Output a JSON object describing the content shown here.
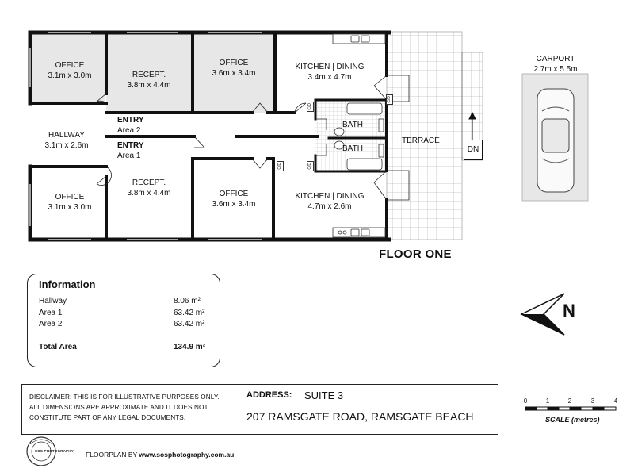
{
  "floor_title": "FLOOR ONE",
  "rooms": {
    "office_tl": {
      "name": "OFFICE",
      "dim": "3.1m x 3.0m"
    },
    "recept_top": {
      "name": "RECEPT.",
      "dim": "3.8m x 4.4m"
    },
    "office_top": {
      "name": "OFFICE",
      "dim": "3.6m x 3.4m"
    },
    "kitchen_top": {
      "name": "KITCHEN | DINING",
      "dim": "3.4m x 4.7m"
    },
    "hallway": {
      "name": "HALLWAY",
      "dim": "3.1m x 2.6m"
    },
    "entry2": {
      "name": "ENTRY",
      "dim": "Area 2"
    },
    "entry1": {
      "name": "ENTRY",
      "dim": "Area 1"
    },
    "bath_top": {
      "name": "BATH"
    },
    "bath_bottom": {
      "name": "BATH"
    },
    "terrace": {
      "name": "TERRACE"
    },
    "dn": {
      "name": "DN"
    },
    "office_bl": {
      "name": "OFFICE",
      "dim": "3.1m x 3.0m"
    },
    "recept_bottom": {
      "name": "RECEPT.",
      "dim": "3.8m x 4.4m"
    },
    "office_bottom": {
      "name": "OFFICE",
      "dim": "3.6m x 3.4m"
    },
    "kitchen_bottom": {
      "name": "KITCHEN | DINING",
      "dim": "4.7m x 2.6m"
    },
    "carport": {
      "name": "CARPORT",
      "dim": "2.7m x 5.5m"
    }
  },
  "cupboard_tags": [
    "C/D",
    "C/D",
    "C/D",
    "C/D"
  ],
  "info": {
    "title": "Information",
    "rows": [
      {
        "label": "Hallway",
        "value": "8.06 m²"
      },
      {
        "label": "Area 1",
        "value": "63.42 m²"
      },
      {
        "label": "Area 2",
        "value": "63.42 m²"
      }
    ],
    "total_label": "Total Area",
    "total_value": "134.9 m²"
  },
  "disclaimer": "DISCLAIMER: THIS IS FOR ILLUSTRATIVE PURPOSES ONLY. ALL DIMENSIONS ARE APPROXIMATE AND IT DOES NOT CONSTITUTE PART OF ANY LEGAL DOCUMENTS.",
  "address": {
    "label": "ADDRESS:",
    "suite": "SUITE 3",
    "line": "207 RAMSGATE ROAD, RAMSGATE BEACH"
  },
  "scale": {
    "title": "SCALE (metres)",
    "ticks": [
      "0",
      "1",
      "2",
      "3",
      "4"
    ]
  },
  "compass_letter": "N",
  "footer": {
    "prefix": "FLOORPLAN BY",
    "site": "www.sosphotography.com.au",
    "logo_text": "SOS PHOTOGRAPHY"
  },
  "colors": {
    "room_fill": "#e7e7e7",
    "wall": "#111111",
    "grid": "#bbbbbb"
  }
}
